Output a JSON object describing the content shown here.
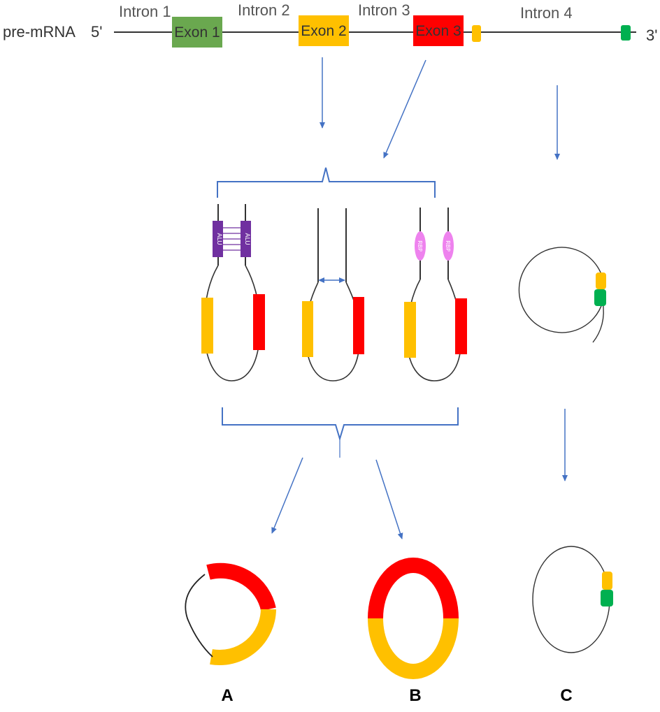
{
  "colors": {
    "exon1": "#6aa84f",
    "exon2": "#ffc000",
    "exon3": "#ff0000",
    "exon4": "#00b050",
    "arrow": "#4472c4",
    "alu": "#7030a0",
    "rbp": "#ee82ee",
    "line": "#333333"
  },
  "pre_mrna": {
    "label": "pre-mRNA",
    "five_prime": "5'",
    "three_prime": "3'",
    "introns": [
      "Intron 1",
      "Intron 2",
      "Intron 3",
      "Intron 4"
    ],
    "exons": [
      "Exon 1",
      "Exon 2",
      "Exon 3"
    ]
  },
  "mechanisms": {
    "alu_label": "ALU",
    "rbp_label": "RBP"
  },
  "panels": {
    "a": "A",
    "b": "B",
    "c": "C"
  }
}
